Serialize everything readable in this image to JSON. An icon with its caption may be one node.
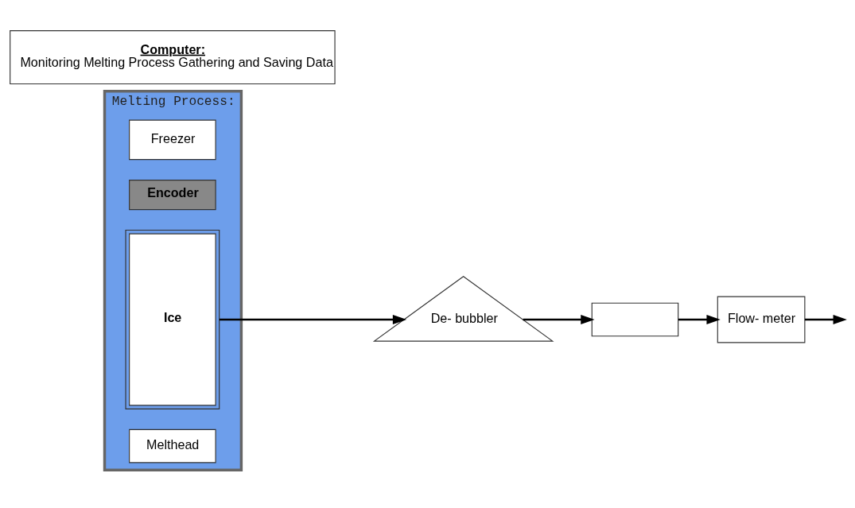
{
  "diagram": {
    "nodes": [
      {
        "text": [
          "Melting Process:"
        ]
      },
      {
        "text": [
          "Freezer"
        ],
        "in": 0
      },
      {
        "text": [
          "Encoder"
        ],
        "in": 0
      },
      {
        "text": [
          "Ice"
        ],
        "in": 0
      },
      {
        "text": [
          "Melthead"
        ],
        "in": 0
      },
      {
        "text": [
          "Computer:",
          "Monitoring Melting Process Gathering and Saving Data"
        ]
      },
      {
        "text": [
          "De- bubbler"
        ]
      },
      {
        "text": [],
        "shape": "box"
      },
      {
        "text": [
          "Flow- meter"
        ]
      }
    ],
    "edges": [
      {
        "from": 3,
        "to": 6,
        "arrow": "to"
      },
      {
        "from": 6,
        "to": 7,
        "arrow": "to"
      },
      {
        "from": 7,
        "to": 8,
        "arrow": "to"
      },
      {
        "from": 8,
        "to": null,
        "arrow": "to"
      }
    ]
  }
}
